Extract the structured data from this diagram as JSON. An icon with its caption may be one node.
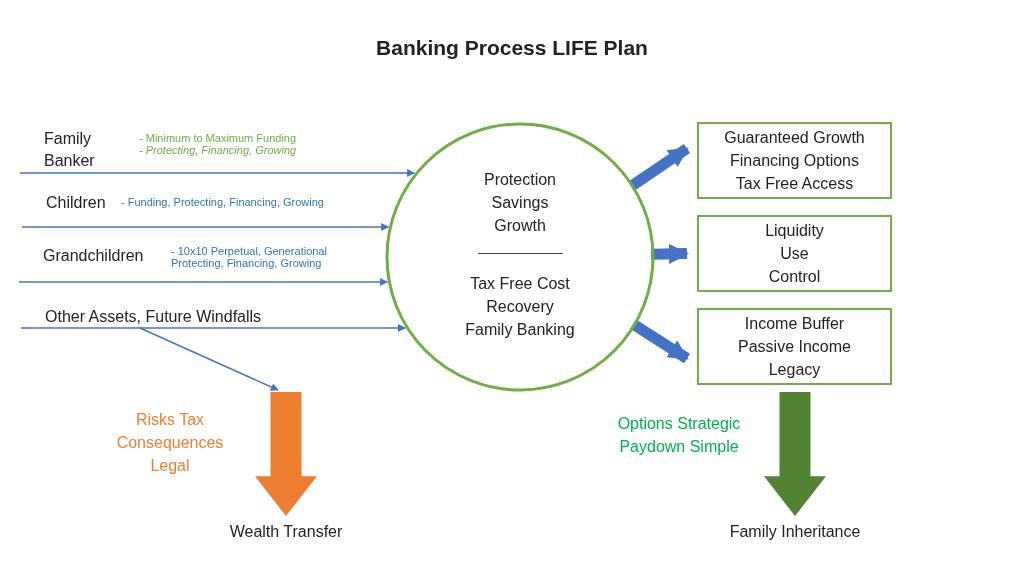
{
  "diagram": {
    "title": "Banking Process LIFE Plan",
    "nodes": [
      {
        "text": [
          "Family Banker"
        ],
        "beside": [
          "- Minimum to Maximum Funding",
          "- Protecting, Financing, Growing"
        ]
      },
      {
        "text": [
          "Children"
        ],
        "beside": [
          "- Funding, Protecting, Financing, Growing"
        ]
      },
      {
        "text": [
          "Grandchildren"
        ],
        "beside": [
          "- 10x10 Perpetual, Generational Protecting, Financing, Growing"
        ]
      },
      {
        "text": [
          "Other Assets, Future Windfalls"
        ]
      },
      {
        "text": [
          "Protection Savings Growth",
          "Tax Free Cost Recovery Family Banking"
        ]
      },
      {
        "text": [
          "Guaranteed Growth Financing Options Tax Free Access"
        ]
      },
      {
        "text": [
          "Liquidity Use Control"
        ]
      },
      {
        "text": [
          "Income Buffer Passive Income Legacy"
        ]
      },
      {
        "text": [],
        "shape": "arrow",
        "beside": [
          "Risks Tax Consequences Legal",
          "Wealth Transfer"
        ]
      },
      {
        "text": [],
        "shape": "arrow",
        "beside": [
          "Options Strategic Paydown Simple",
          "Family Inheritance"
        ]
      }
    ],
    "edges": [
      {
        "from": 0,
        "to": 4,
        "arrow": "to"
      },
      {
        "from": 1,
        "to": 4,
        "arrow": "to"
      },
      {
        "from": 2,
        "to": 4,
        "arrow": "to"
      },
      {
        "from": 3,
        "to": 4,
        "arrow": "to"
      },
      {
        "from": 3,
        "to": 8,
        "arrow": "to"
      },
      {
        "from": 4,
        "to": 5,
        "arrow": "to",
        "style": "thick"
      },
      {
        "from": 4,
        "to": 6,
        "arrow": "to",
        "style": "thick"
      },
      {
        "from": 4,
        "to": 7,
        "arrow": "to",
        "style": "thick"
      }
    ]
  }
}
